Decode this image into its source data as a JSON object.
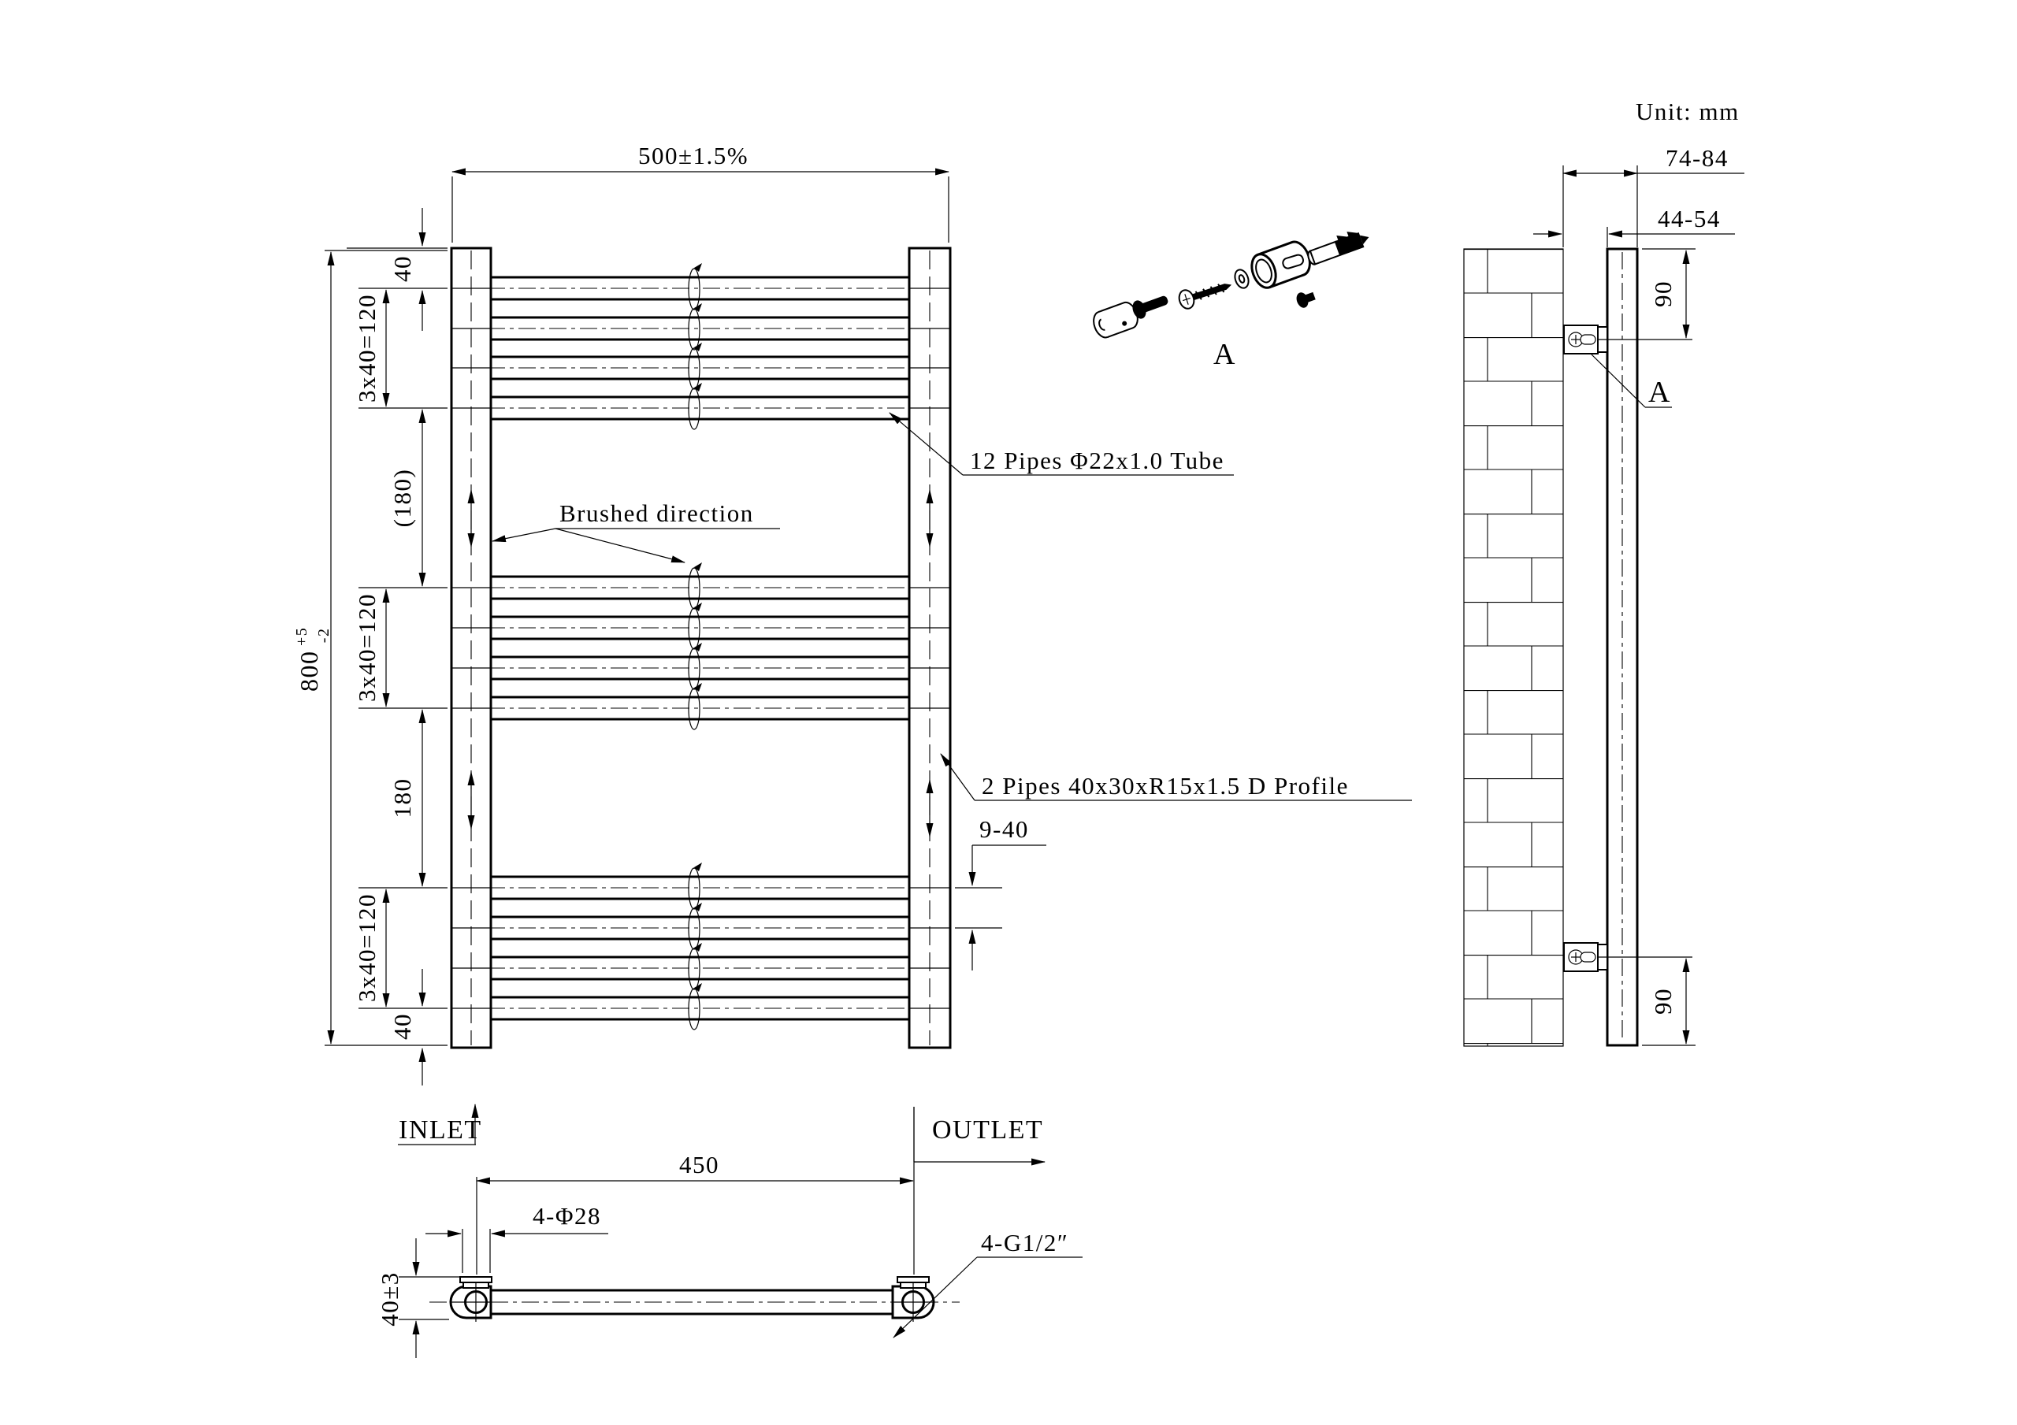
{
  "unit_note": "Unit: mm",
  "front": {
    "dim_width": "500±1.5%",
    "dim_height_main": "800",
    "dim_height_sup": "+5",
    "dim_height_sub": "-2",
    "dim_top_offset": "40",
    "dim_group_3x40": "3x40=120",
    "dim_gap_ref": "(180)",
    "dim_gap": "180",
    "dim_bottom_offset": "40",
    "dim_pitch": "9-40",
    "label_tubes": "12 Pipes Φ22x1.0 Tube",
    "label_posts": "2 Pipes 40x30xR15x1.5 D Profile",
    "label_brushed": "Brushed direction",
    "label_inlet": "INLET",
    "label_outlet": "OUTLET"
  },
  "bottom": {
    "dim_centers": "450",
    "dim_holes": "4-Φ28",
    "dim_depth": "40±3",
    "label_thread": "4-G1/2″"
  },
  "side": {
    "dim_wall_outer": "74-84",
    "dim_wall_inner": "44-54",
    "dim_90": "90",
    "detail_label": "A"
  },
  "colors": {
    "line": "#000000",
    "background": "#ffffff"
  }
}
